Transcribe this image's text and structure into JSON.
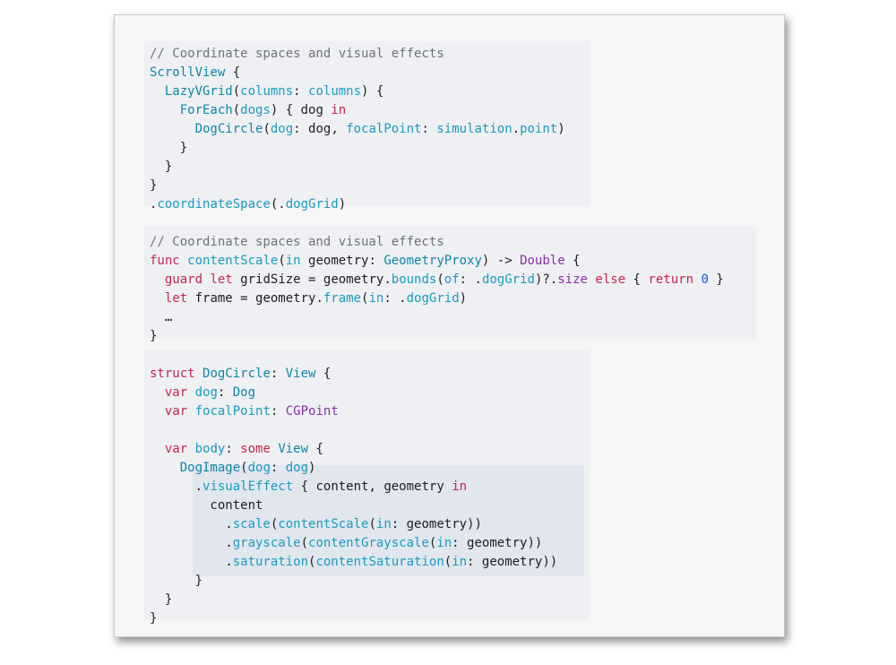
{
  "code_lines": [
    [
      {
        "t": "comment",
        "s": "// Coordinate spaces and visual effects"
      }
    ],
    [
      {
        "t": "type",
        "s": "ScrollView"
      },
      {
        "t": "plain",
        "s": " {"
      }
    ],
    [
      {
        "t": "plain",
        "s": "  "
      },
      {
        "t": "type",
        "s": "LazyVGrid"
      },
      {
        "t": "plain",
        "s": "("
      },
      {
        "t": "param",
        "s": "columns"
      },
      {
        "t": "plain",
        "s": ": "
      },
      {
        "t": "prop",
        "s": "columns"
      },
      {
        "t": "plain",
        "s": ") {"
      }
    ],
    [
      {
        "t": "plain",
        "s": "    "
      },
      {
        "t": "type",
        "s": "ForEach"
      },
      {
        "t": "plain",
        "s": "("
      },
      {
        "t": "prop",
        "s": "dogs"
      },
      {
        "t": "plain",
        "s": ") { dog "
      },
      {
        "t": "keyword",
        "s": "in"
      }
    ],
    [
      {
        "t": "plain",
        "s": "      "
      },
      {
        "t": "type",
        "s": "DogCircle"
      },
      {
        "t": "plain",
        "s": "("
      },
      {
        "t": "param",
        "s": "dog"
      },
      {
        "t": "plain",
        "s": ": dog, "
      },
      {
        "t": "param",
        "s": "focalPoint"
      },
      {
        "t": "plain",
        "s": ": "
      },
      {
        "t": "prop",
        "s": "simulation"
      },
      {
        "t": "plain",
        "s": "."
      },
      {
        "t": "prop",
        "s": "point"
      },
      {
        "t": "plain",
        "s": ")"
      }
    ],
    [
      {
        "t": "plain",
        "s": "    }"
      }
    ],
    [
      {
        "t": "plain",
        "s": "  }"
      }
    ],
    [
      {
        "t": "plain",
        "s": "}"
      }
    ],
    [
      {
        "t": "plain",
        "s": "."
      },
      {
        "t": "func",
        "s": "coordinateSpace"
      },
      {
        "t": "plain",
        "s": "(."
      },
      {
        "t": "prop",
        "s": "dogGrid"
      },
      {
        "t": "plain",
        "s": ")"
      }
    ],
    [],
    [
      {
        "t": "comment",
        "s": "// Coordinate spaces and visual effects"
      }
    ],
    [
      {
        "t": "keyword",
        "s": "func"
      },
      {
        "t": "plain",
        "s": " "
      },
      {
        "t": "func",
        "s": "contentScale"
      },
      {
        "t": "plain",
        "s": "("
      },
      {
        "t": "param",
        "s": "in"
      },
      {
        "t": "plain",
        "s": " geometry: "
      },
      {
        "t": "type",
        "s": "GeometryProxy"
      },
      {
        "t": "plain",
        "s": ") -> "
      },
      {
        "t": "purple",
        "s": "Double"
      },
      {
        "t": "plain",
        "s": " {"
      }
    ],
    [
      {
        "t": "plain",
        "s": "  "
      },
      {
        "t": "keyword",
        "s": "guard"
      },
      {
        "t": "plain",
        "s": " "
      },
      {
        "t": "keyword",
        "s": "let"
      },
      {
        "t": "plain",
        "s": " gridSize = geometry."
      },
      {
        "t": "func",
        "s": "bounds"
      },
      {
        "t": "plain",
        "s": "("
      },
      {
        "t": "param",
        "s": "of"
      },
      {
        "t": "plain",
        "s": ": ."
      },
      {
        "t": "prop",
        "s": "dogGrid"
      },
      {
        "t": "plain",
        "s": ")?."
      },
      {
        "t": "purple",
        "s": "size"
      },
      {
        "t": "plain",
        "s": " "
      },
      {
        "t": "keyword",
        "s": "else"
      },
      {
        "t": "plain",
        "s": " { "
      },
      {
        "t": "keyword",
        "s": "return"
      },
      {
        "t": "plain",
        "s": " "
      },
      {
        "t": "number",
        "s": "0"
      },
      {
        "t": "plain",
        "s": " }"
      }
    ],
    [
      {
        "t": "plain",
        "s": "  "
      },
      {
        "t": "keyword",
        "s": "let"
      },
      {
        "t": "plain",
        "s": " frame = geometry."
      },
      {
        "t": "func",
        "s": "frame"
      },
      {
        "t": "plain",
        "s": "("
      },
      {
        "t": "param",
        "s": "in"
      },
      {
        "t": "plain",
        "s": ": ."
      },
      {
        "t": "prop",
        "s": "dogGrid"
      },
      {
        "t": "plain",
        "s": ")"
      }
    ],
    [
      {
        "t": "plain",
        "s": "  …"
      }
    ],
    [
      {
        "t": "plain",
        "s": "}"
      }
    ],
    [],
    [
      {
        "t": "keyword",
        "s": "struct"
      },
      {
        "t": "plain",
        "s": " "
      },
      {
        "t": "type",
        "s": "DogCircle"
      },
      {
        "t": "plain",
        "s": ": "
      },
      {
        "t": "type",
        "s": "View"
      },
      {
        "t": "plain",
        "s": " {"
      }
    ],
    [
      {
        "t": "plain",
        "s": "  "
      },
      {
        "t": "keyword",
        "s": "var"
      },
      {
        "t": "plain",
        "s": " "
      },
      {
        "t": "prop",
        "s": "dog"
      },
      {
        "t": "plain",
        "s": ": "
      },
      {
        "t": "type",
        "s": "Dog"
      }
    ],
    [
      {
        "t": "plain",
        "s": "  "
      },
      {
        "t": "keyword",
        "s": "var"
      },
      {
        "t": "plain",
        "s": " "
      },
      {
        "t": "prop",
        "s": "focalPoint"
      },
      {
        "t": "plain",
        "s": ": "
      },
      {
        "t": "purple",
        "s": "CGPoint"
      }
    ],
    [],
    [
      {
        "t": "plain",
        "s": "  "
      },
      {
        "t": "keyword",
        "s": "var"
      },
      {
        "t": "plain",
        "s": " "
      },
      {
        "t": "prop",
        "s": "body"
      },
      {
        "t": "plain",
        "s": ": "
      },
      {
        "t": "keyword",
        "s": "some"
      },
      {
        "t": "plain",
        "s": " "
      },
      {
        "t": "type",
        "s": "View"
      },
      {
        "t": "plain",
        "s": " {"
      }
    ],
    [
      {
        "t": "plain",
        "s": "    "
      },
      {
        "t": "type",
        "s": "DogImage"
      },
      {
        "t": "plain",
        "s": "("
      },
      {
        "t": "param",
        "s": "dog"
      },
      {
        "t": "plain",
        "s": ": "
      },
      {
        "t": "prop",
        "s": "dog"
      },
      {
        "t": "plain",
        "s": ")"
      }
    ],
    [
      {
        "t": "plain",
        "s": "      ."
      },
      {
        "t": "func",
        "s": "visualEffect"
      },
      {
        "t": "plain",
        "s": " { content, geometry "
      },
      {
        "t": "keyword",
        "s": "in"
      }
    ],
    [
      {
        "t": "plain",
        "s": "        content"
      }
    ],
    [
      {
        "t": "plain",
        "s": "          ."
      },
      {
        "t": "func",
        "s": "scale"
      },
      {
        "t": "plain",
        "s": "("
      },
      {
        "t": "func",
        "s": "contentScale"
      },
      {
        "t": "plain",
        "s": "("
      },
      {
        "t": "param",
        "s": "in"
      },
      {
        "t": "plain",
        "s": ": geometry))"
      }
    ],
    [
      {
        "t": "plain",
        "s": "          ."
      },
      {
        "t": "func",
        "s": "grayscale"
      },
      {
        "t": "plain",
        "s": "("
      },
      {
        "t": "func",
        "s": "contentGrayscale"
      },
      {
        "t": "plain",
        "s": "("
      },
      {
        "t": "param",
        "s": "in"
      },
      {
        "t": "plain",
        "s": ": geometry))"
      }
    ],
    [
      {
        "t": "plain",
        "s": "          ."
      },
      {
        "t": "func",
        "s": "saturation"
      },
      {
        "t": "plain",
        "s": "("
      },
      {
        "t": "func",
        "s": "contentSaturation"
      },
      {
        "t": "plain",
        "s": "("
      },
      {
        "t": "param",
        "s": "in"
      },
      {
        "t": "plain",
        "s": ": geometry))"
      }
    ],
    [
      {
        "t": "plain",
        "s": "      }"
      }
    ],
    [
      {
        "t": "plain",
        "s": "  }"
      }
    ],
    [
      {
        "t": "plain",
        "s": "}"
      }
    ]
  ],
  "colors": {
    "card_background": "#f6f6f7",
    "block_highlight": "#eef0f4",
    "focus_highlight": "#e1e6ef",
    "keyword": "#c7254e",
    "type": "#0f86a6",
    "function": "#1a9bbd",
    "number": "#1659c9",
    "purple": "#8a2ea6",
    "comment": "#6f7378"
  }
}
